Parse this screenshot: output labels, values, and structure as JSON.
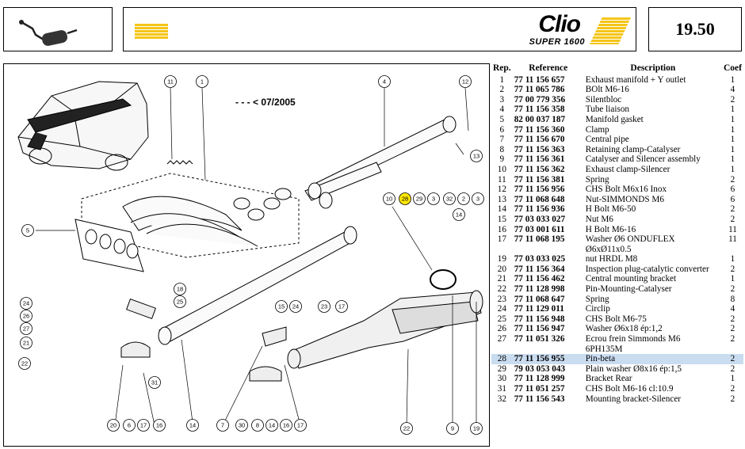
{
  "header": {
    "model": "Clio",
    "variant": "SUPER 1600",
    "page_number": "19.50",
    "icon": "exhaust-icon",
    "accent_color": "#f5c518",
    "highlight_color": "#c9dcf0",
    "highlight_callout_color": "#ffe600"
  },
  "diagram": {
    "note": "- - - < 07/2005",
    "callouts": [
      "11",
      "1",
      "4",
      "12",
      "13",
      "5",
      "10",
      "28",
      "29",
      "3",
      "32",
      "2",
      "3",
      "14",
      "18",
      "25",
      "24",
      "26",
      "27",
      "21",
      "22",
      "15",
      "24",
      "23",
      "17",
      "20",
      "6",
      "17",
      "16",
      "14",
      "7",
      "30",
      "8",
      "14",
      "16",
      "17",
      "22",
      "9",
      "19",
      "31"
    ],
    "highlighted_callout": "28"
  },
  "table": {
    "headers": {
      "rep": "Rep.",
      "ref": "Reference",
      "desc": "Description",
      "coef": "Coef"
    },
    "rows": [
      {
        "rep": "1",
        "ref": "77 11 156 657",
        "desc": "Exhaust manifold + Y outlet",
        "coef": "1"
      },
      {
        "rep": "2",
        "ref": "77 11 065 786",
        "desc": "BOlt M6-16",
        "coef": "4"
      },
      {
        "rep": "3",
        "ref": "77 00 779 356",
        "desc": "Silentbloc",
        "coef": "2"
      },
      {
        "rep": "4",
        "ref": "77 11 156 358",
        "desc": "Tube liaison",
        "coef": "1"
      },
      {
        "rep": "5",
        "ref": "82 00 037 187",
        "desc": "Manifold gasket",
        "coef": "1"
      },
      {
        "rep": "6",
        "ref": "77 11 156 360",
        "desc": "Clamp",
        "coef": "1"
      },
      {
        "rep": "7",
        "ref": "77 11 156 670",
        "desc": "Central pipe",
        "coef": "1"
      },
      {
        "rep": "8",
        "ref": "77 11 156 363",
        "desc": "Retaining clamp-Catalyser",
        "coef": "1"
      },
      {
        "rep": "9",
        "ref": "77 11 156 361",
        "desc": "Catalyser and Silencer assembly",
        "coef": "1"
      },
      {
        "rep": "10",
        "ref": "77 11 156 362",
        "desc": "Exhaust clamp-Silencer",
        "coef": "1"
      },
      {
        "rep": "11",
        "ref": "77 11 156 381",
        "desc": "Spring",
        "coef": "2"
      },
      {
        "rep": "12",
        "ref": "77 11 156 956",
        "desc": "CHS Bolt M6x16 Inox",
        "coef": "6"
      },
      {
        "rep": "13",
        "ref": "77 11 068 648",
        "desc": "Nut-SIMMONDS M6",
        "coef": "6"
      },
      {
        "rep": "14",
        "ref": "77 11 156 936",
        "desc": "H Bolt M6-50",
        "coef": "2"
      },
      {
        "rep": "15",
        "ref": "77 03 033 027",
        "desc": "Nut M6",
        "coef": "2"
      },
      {
        "rep": "16",
        "ref": "77 03 001 611",
        "desc": "H Bolt M6-16",
        "coef": "11"
      },
      {
        "rep": "17",
        "ref": "77 11 068 195",
        "desc": "Washer Ø6 ONDUFLEX",
        "coef": "11"
      },
      {
        "rep": "",
        "ref": "",
        "desc": "Ø6xØ11x0.5",
        "coef": ""
      },
      {
        "rep": "19",
        "ref": "77 03 033 025",
        "desc": "nut HRDL M8",
        "coef": "1"
      },
      {
        "rep": "20",
        "ref": "77 11 156 364",
        "desc": "Inspection plug-catalytic converter",
        "coef": "2"
      },
      {
        "rep": "21",
        "ref": "77 11 156 462",
        "desc": "Central mounting bracket",
        "coef": "1"
      },
      {
        "rep": "22",
        "ref": "77 11 128 998",
        "desc": "Pin-Mounting-Catalyser",
        "coef": "2"
      },
      {
        "rep": "23",
        "ref": "77 11 068 647",
        "desc": "Spring",
        "coef": "8"
      },
      {
        "rep": "24",
        "ref": "77 11 129 011",
        "desc": "Circlip",
        "coef": "4"
      },
      {
        "rep": "25",
        "ref": "77 11 156 948",
        "desc": "CHS Bolt M6-75",
        "coef": "2"
      },
      {
        "rep": "26",
        "ref": "77 11 156 947",
        "desc": "Washer Ø6x18 ép:1,2",
        "coef": "2"
      },
      {
        "rep": "27",
        "ref": "77 11 051 326",
        "desc": "Ecrou frein Simmonds M6",
        "coef": "2"
      },
      {
        "rep": "",
        "ref": "",
        "desc": "6PH135M",
        "coef": ""
      },
      {
        "rep": "28",
        "ref": "77 11 156 955",
        "desc": "Pin-beta",
        "coef": "2",
        "highlighted": true
      },
      {
        "rep": "29",
        "ref": "79 03 053 043",
        "desc": "Plain washer Ø8x16 ép:1,5",
        "coef": "2"
      },
      {
        "rep": "30",
        "ref": "77 11 128 999",
        "desc": "Bracket Rear",
        "coef": "1"
      },
      {
        "rep": "31",
        "ref": "77 11 051 257",
        "desc": "CHS Bolt M6-16 cl:10.9",
        "coef": "2"
      },
      {
        "rep": "32",
        "ref": "77 11 156 543",
        "desc": "Mounting bracket-Silencer",
        "coef": "2"
      }
    ]
  }
}
